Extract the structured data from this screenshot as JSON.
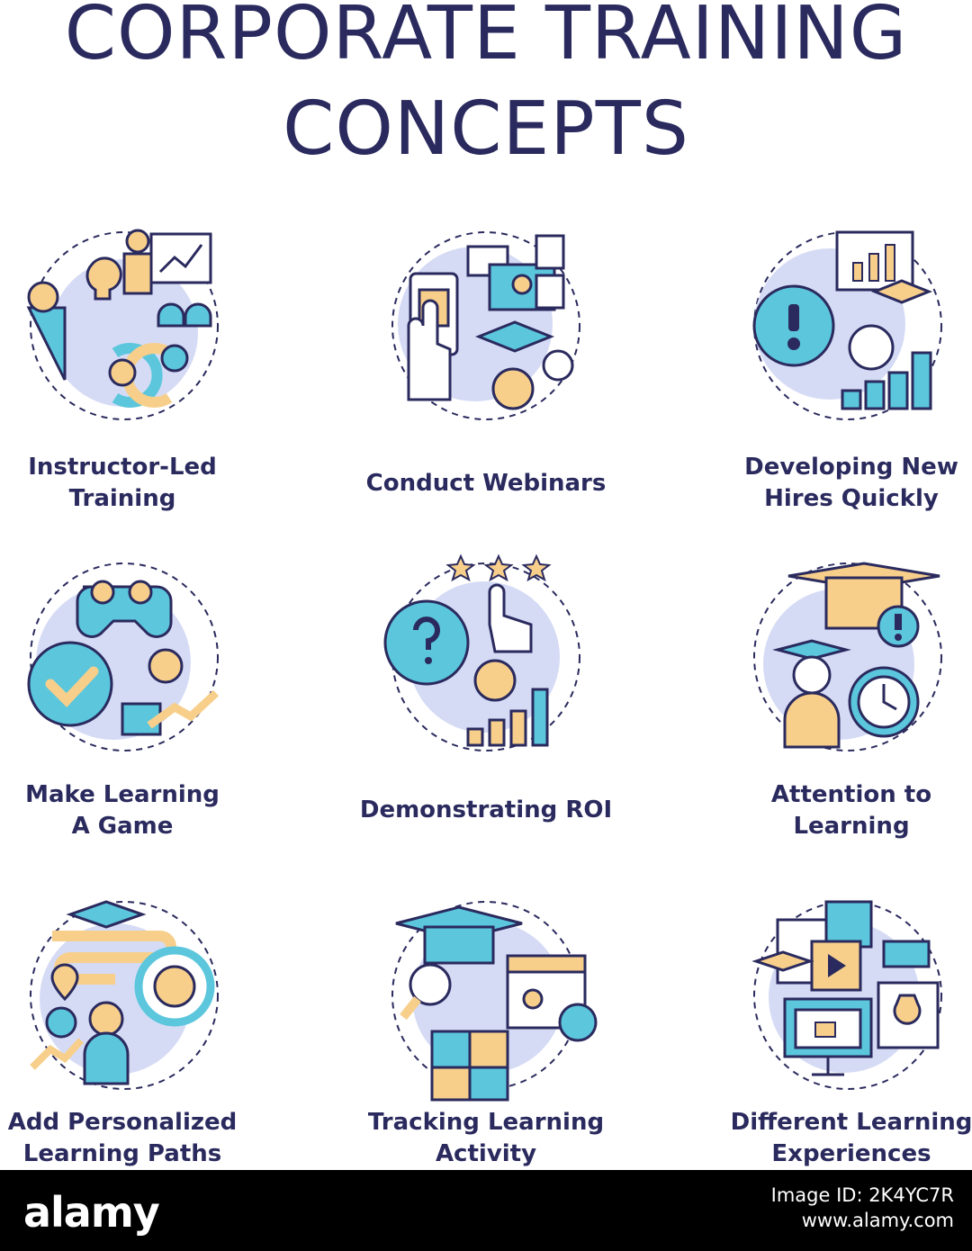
{
  "title": {
    "line1": "CORPORATE TRAINING",
    "line2": "CONCEPTS"
  },
  "palette": {
    "navy": "#2a2a5e",
    "cyan": "#5bc6dc",
    "peach": "#f7cf8b",
    "lavender": "#d5dbf5"
  },
  "concepts": [
    {
      "icon": "instructor-led-icon",
      "line1": "Instructor-Led",
      "line2": "Training"
    },
    {
      "icon": "webinar-icon",
      "line1": "Conduct Webinars",
      "line2": ""
    },
    {
      "icon": "new-hires-icon",
      "line1": "Developing New",
      "line2": "Hires Quickly"
    },
    {
      "icon": "gamepad-icon",
      "line1": "Make Learning",
      "line2": "A Game"
    },
    {
      "icon": "roi-icon",
      "line1": "Demonstrating ROI",
      "line2": ""
    },
    {
      "icon": "attention-icon",
      "line1": "Attention to",
      "line2": "Learning"
    },
    {
      "icon": "learning-path-icon",
      "line1": "Add Personalized",
      "line2": "Learning Paths"
    },
    {
      "icon": "tracking-icon",
      "line1": "Tracking Learning",
      "line2": "Activity"
    },
    {
      "icon": "experiences-icon",
      "line1": "Different Learning",
      "line2": "Experiences"
    }
  ],
  "footer": {
    "brand": "alamy",
    "image_id": "Image ID: 2K4YC7R",
    "site": "www.alamy.com"
  }
}
